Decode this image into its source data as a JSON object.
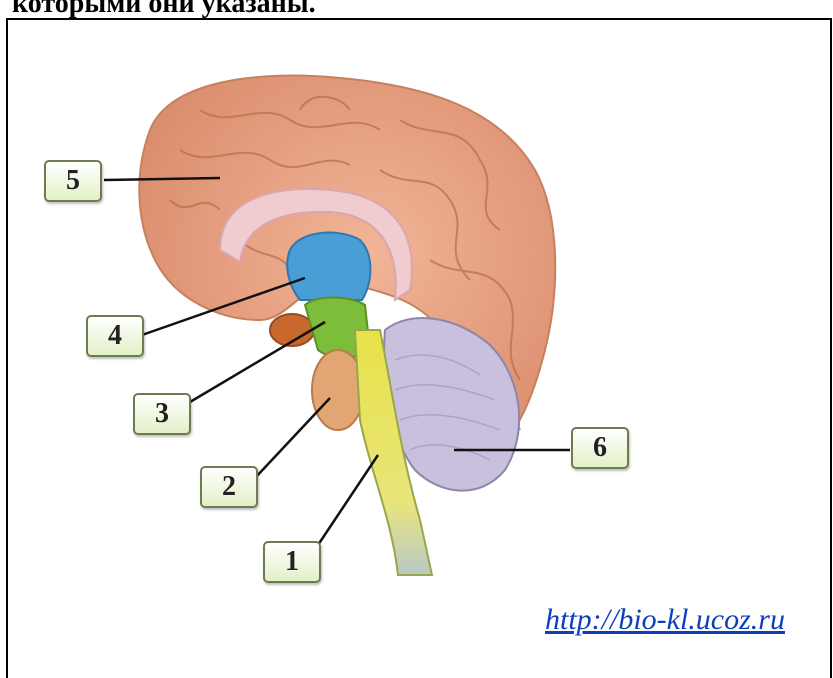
{
  "header": {
    "text": "которыми они указаны."
  },
  "labels": {
    "l1": "1",
    "l2": "2",
    "l3": "3",
    "l4": "4",
    "l5": "5",
    "l6": "6"
  },
  "source_url": "http://bio-kl.ucoz.ru",
  "colors": {
    "cerebrum": "#e7a07f",
    "diencephalon": "#4a9ed6",
    "midbrain": "#7cbd3a",
    "pons": "#e2a574",
    "medulla": "#e6e04a",
    "cerebellum": "#c8c0dc",
    "label_border": "#6b7d4f",
    "link": "#0b3fbf"
  }
}
